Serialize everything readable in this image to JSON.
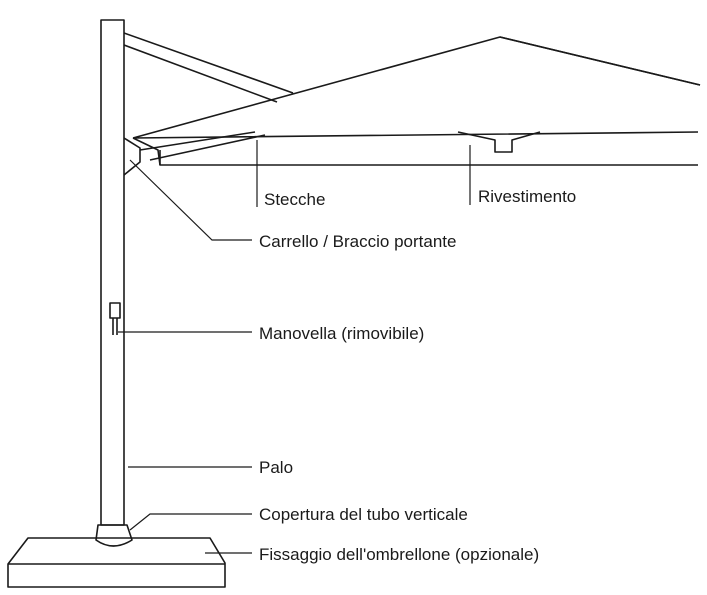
{
  "labels": {
    "stecche": "Stecche",
    "rivestimento": "Rivestimento",
    "carrello": "Carrello / Braccio portante",
    "manovella": "Manovella (rimovibile)",
    "palo": "Palo",
    "copertura": "Copertura del tubo verticale",
    "fissaggio": "Fissaggio dell'ombrellone (opzionale)"
  }
}
